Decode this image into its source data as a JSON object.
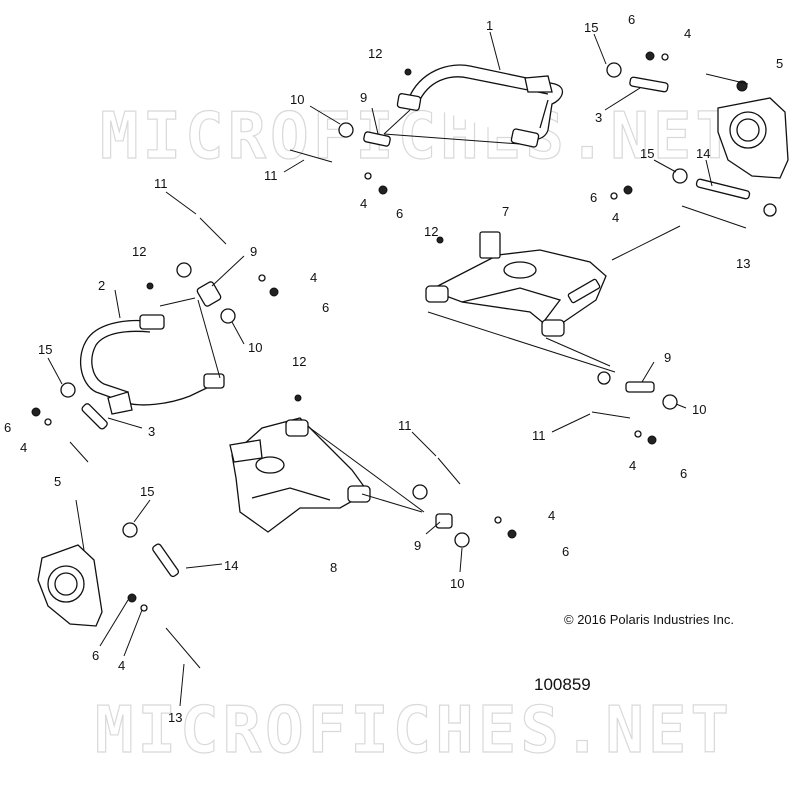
{
  "watermark": "MICROFICHES.NET",
  "copyright": "© 2016 Polaris Industries Inc.",
  "figure_number": "100859",
  "callouts": [
    {
      "id": "1",
      "label": "1"
    },
    {
      "id": "2",
      "label": "2"
    },
    {
      "id": "3a",
      "label": "3"
    },
    {
      "id": "3b",
      "label": "3"
    },
    {
      "id": "4a",
      "label": "4"
    },
    {
      "id": "4b",
      "label": "4"
    },
    {
      "id": "4c",
      "label": "4"
    },
    {
      "id": "4d",
      "label": "4"
    },
    {
      "id": "4e",
      "label": "4"
    },
    {
      "id": "4f",
      "label": "4"
    },
    {
      "id": "4g",
      "label": "4"
    },
    {
      "id": "4h",
      "label": "4"
    },
    {
      "id": "5a",
      "label": "5"
    },
    {
      "id": "5b",
      "label": "5"
    },
    {
      "id": "6a",
      "label": "6"
    },
    {
      "id": "6b",
      "label": "6"
    },
    {
      "id": "6c",
      "label": "6"
    },
    {
      "id": "6d",
      "label": "6"
    },
    {
      "id": "6e",
      "label": "6"
    },
    {
      "id": "6f",
      "label": "6"
    },
    {
      "id": "6g",
      "label": "6"
    },
    {
      "id": "6h",
      "label": "6"
    },
    {
      "id": "7",
      "label": "7"
    },
    {
      "id": "8",
      "label": "8"
    },
    {
      "id": "9a",
      "label": "9"
    },
    {
      "id": "9b",
      "label": "9"
    },
    {
      "id": "9c",
      "label": "9"
    },
    {
      "id": "9d",
      "label": "9"
    },
    {
      "id": "10a",
      "label": "10"
    },
    {
      "id": "10b",
      "label": "10"
    },
    {
      "id": "10c",
      "label": "10"
    },
    {
      "id": "10d",
      "label": "10"
    },
    {
      "id": "11a",
      "label": "11"
    },
    {
      "id": "11b",
      "label": "11"
    },
    {
      "id": "11c",
      "label": "11"
    },
    {
      "id": "11d",
      "label": "11"
    },
    {
      "id": "12a",
      "label": "12"
    },
    {
      "id": "12b",
      "label": "12"
    },
    {
      "id": "12c",
      "label": "12"
    },
    {
      "id": "12d",
      "label": "12"
    },
    {
      "id": "13a",
      "label": "13"
    },
    {
      "id": "13b",
      "label": "13"
    },
    {
      "id": "14a",
      "label": "14"
    },
    {
      "id": "14b",
      "label": "14"
    },
    {
      "id": "15a",
      "label": "15"
    },
    {
      "id": "15b",
      "label": "15"
    },
    {
      "id": "15c",
      "label": "15"
    },
    {
      "id": "15d",
      "label": "15"
    }
  ]
}
